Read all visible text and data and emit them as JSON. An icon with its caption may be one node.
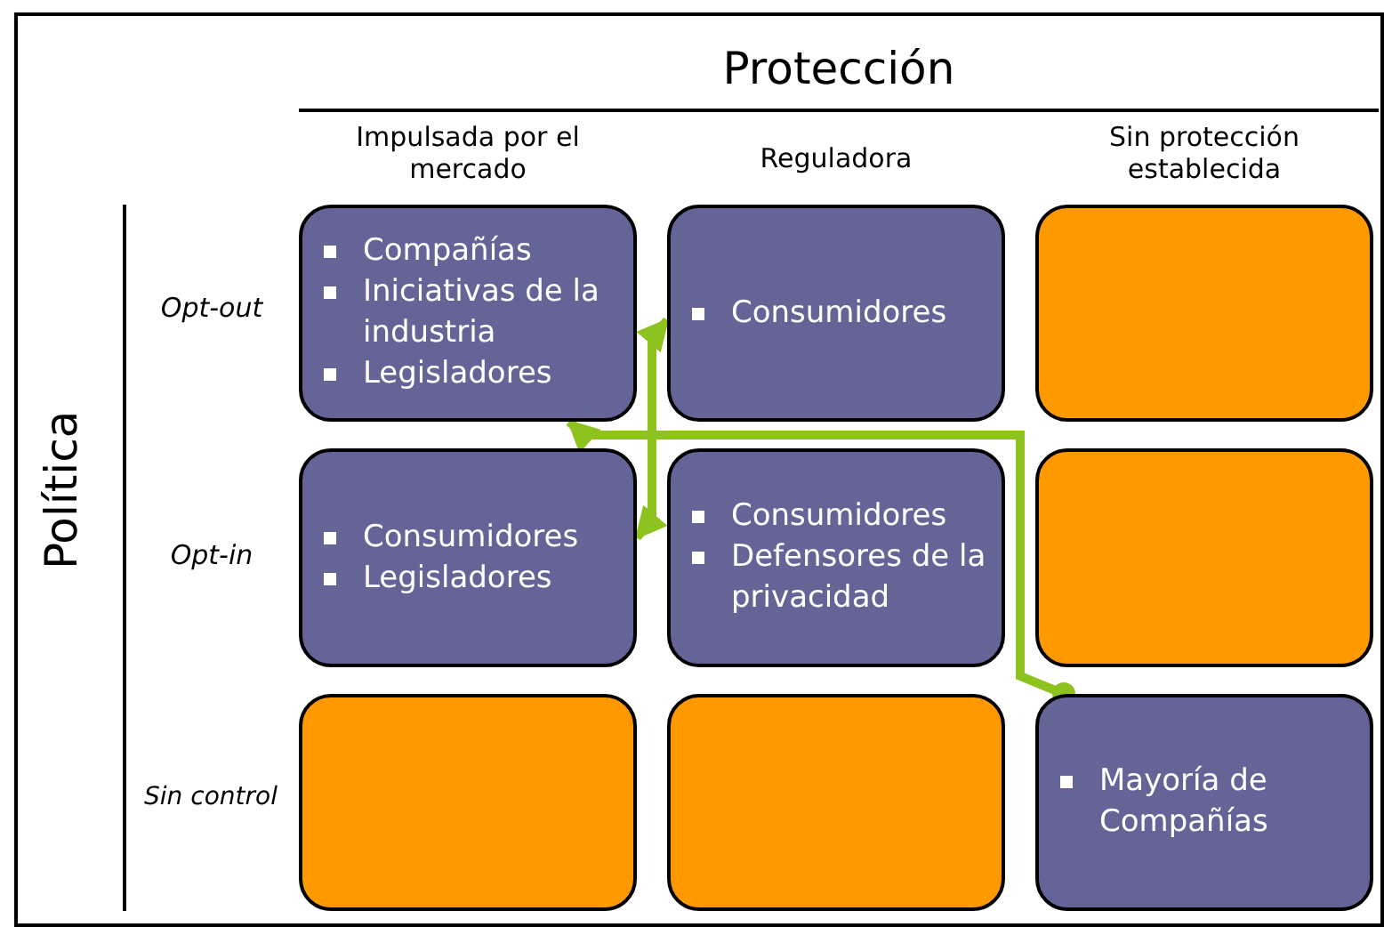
{
  "diagram": {
    "nodes": [
      {
        "text": [
          "Compañías",
          "Iniciativas de la industria",
          "Legisladores"
        ]
      },
      {
        "text": [
          "Consumidores"
        ]
      },
      {
        "text": [],
        "shape": "box"
      },
      {
        "text": [
          "Consumidores",
          "Legisladores"
        ]
      },
      {
        "text": [
          "Consumidores",
          "Defensores de la privacidad"
        ]
      },
      {
        "text": [],
        "shape": "box"
      },
      {
        "text": [],
        "shape": "box"
      },
      {
        "text": [],
        "shape": "box"
      },
      {
        "text": [
          "Mayoría de Compañías"
        ]
      }
    ],
    "edges": [
      {
        "from": 8,
        "to": 0,
        "arrow": "to"
      },
      {
        "from": 3,
        "to": 1,
        "arrow": "both"
      }
    ],
    "labels": [
      "Protección",
      "Impulsada por el mercado",
      "Reguladora",
      "Sin protección establecida",
      "Política",
      "Opt-out",
      "Opt-in",
      "Sin control"
    ]
  }
}
